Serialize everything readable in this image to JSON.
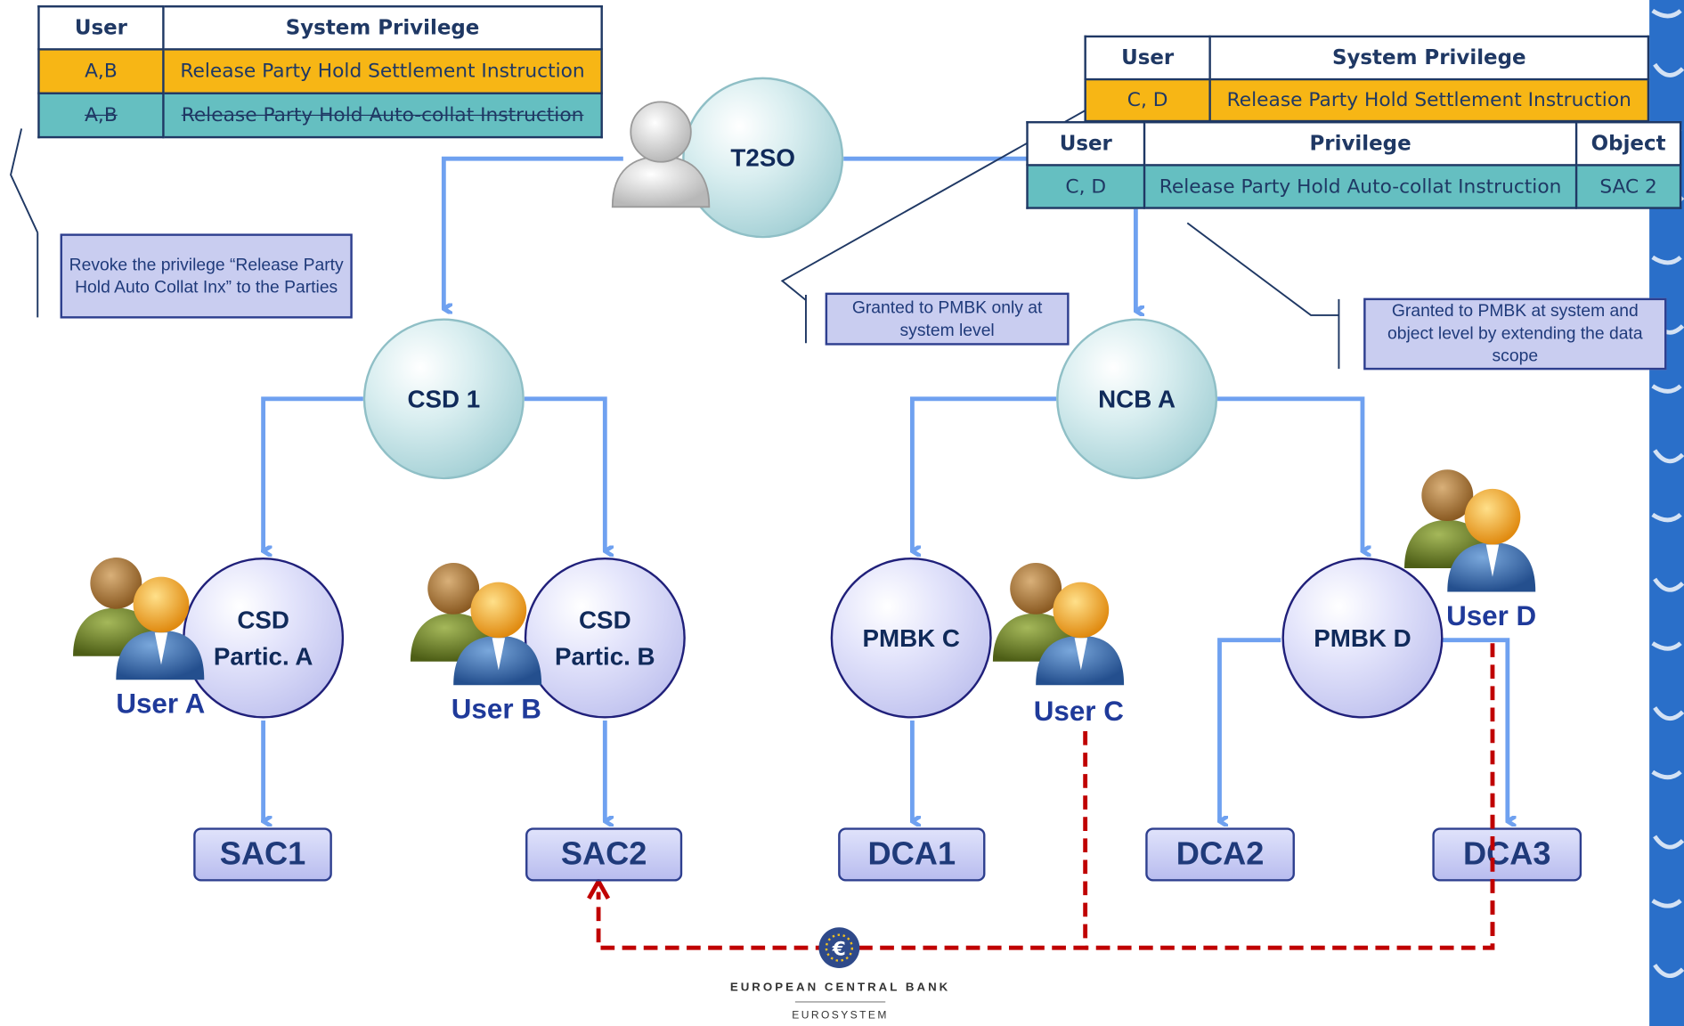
{
  "table_top_left": {
    "headers": [
      "User",
      "System Privilege"
    ],
    "rows": [
      {
        "user": "A,B",
        "privilege": "Release Party Hold Settlement Instruction"
      },
      {
        "user": "A,B",
        "privilege": "Release Party Hold Auto-collat Instruction"
      }
    ]
  },
  "table_top_right": {
    "headers": [
      "User",
      "System Privilege"
    ],
    "rows": [
      {
        "user": "C, D",
        "privilege": "Release Party Hold Settlement Instruction"
      }
    ]
  },
  "table_object": {
    "headers": [
      "User",
      "Privilege",
      "Object"
    ],
    "rows": [
      {
        "user": "C, D",
        "privilege": "Release Party Hold Auto-collat Instruction",
        "object": "SAC 2"
      }
    ]
  },
  "callouts": {
    "revoke": "Revoke the privilege “Release Party Hold Auto Collat Inx” to the Parties",
    "pmbk_system": "Granted to PMBK only at system level",
    "pmbk_object": "Granted to PMBK at system and object level by extending the data scope"
  },
  "nodes": {
    "t2so": "T2SO",
    "csd1": "CSD 1",
    "ncba": "NCB A",
    "csd_a_line1": "CSD",
    "csd_a_line2": "Partic. A",
    "csd_b_line1": "CSD",
    "csd_b_line2": "Partic. B",
    "pmbk_c": "PMBK C",
    "pmbk_d": "PMBK D"
  },
  "users": {
    "a": "User A",
    "b": "User B",
    "c": "User C",
    "d": "User D"
  },
  "accounts": {
    "sac1": "SAC1",
    "sac2": "SAC2",
    "dca1": "DCA1",
    "dca2": "DCA2",
    "dca3": "DCA3"
  },
  "footer": {
    "bank": "EUROPEAN CENTRAL BANK",
    "system": "EUROSYSTEM"
  },
  "colors": {
    "connector": "#6fa1f0",
    "dashed": "#c00000",
    "orange_row": "#f7b615",
    "teal_row": "#65bfc1",
    "header_text": "#1f3864"
  }
}
